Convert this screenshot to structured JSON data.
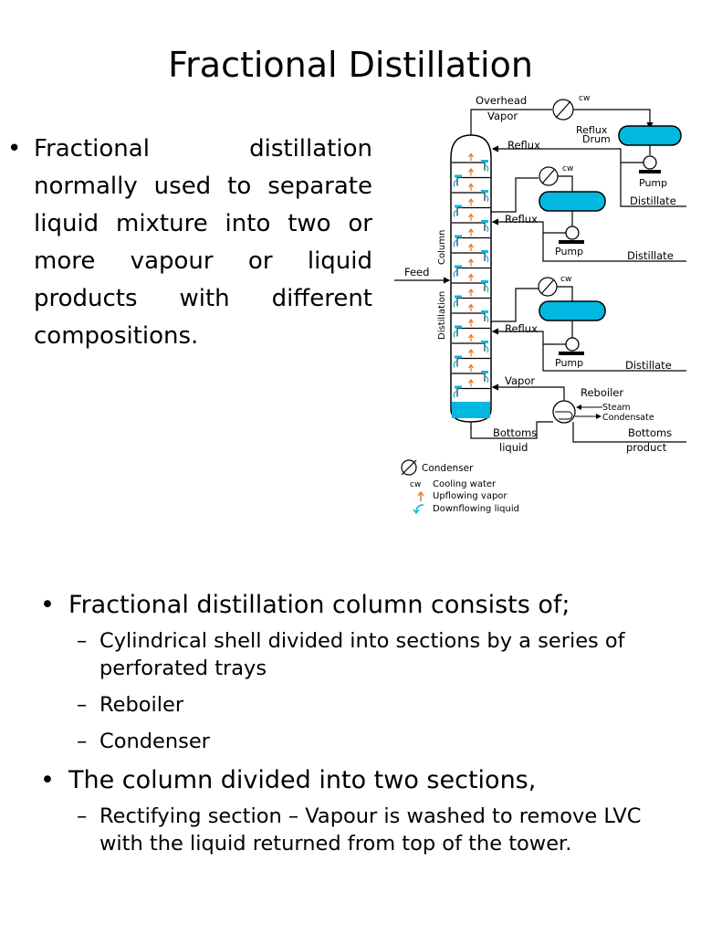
{
  "slide": {
    "title": "Fractional Distillation",
    "bullet_glyph": "•",
    "dash_glyph": "–",
    "intro_text": "Fractional distillation normally used to separate liquid mixture into two or more vapour or liquid products with different compositions."
  },
  "diagram": {
    "overhead_vapor": [
      "Overhead",
      "Vapor"
    ],
    "cw": "cw",
    "reflux_drum": [
      "Reflux",
      "Drum"
    ],
    "reflux": "Reflux",
    "pump": "Pump",
    "distillate": "Distillate",
    "feed": "Feed",
    "column_label": [
      "Distillation",
      "Column"
    ],
    "vapor": "Vapor",
    "reboiler": "Reboiler",
    "steam": "Steam",
    "condensate": "Condensate",
    "bottoms_liquid": [
      "Bottoms",
      "liquid"
    ],
    "bottoms_product": [
      "Bottoms",
      "product"
    ],
    "legend": {
      "condenser": "Condenser",
      "cooling_water": "Cooling water",
      "upflowing_vapor": "Upflowing vapor",
      "downflowing_liquid": "Downflowing liquid"
    },
    "colors": {
      "liquid": "#00b8e0",
      "vapor_arrow": "#e8731a",
      "line": "#000000"
    }
  },
  "lower": {
    "point1": "Fractional distillation column consists of;",
    "point1_items": [
      "Cylindrical shell divided into sections by a series of perforated trays",
      "Reboiler",
      "Condenser"
    ],
    "point2": "The column divided into two sections,",
    "point2_items": [
      "Rectifying section – Vapour is washed to remove LVC with the liquid returned from top of the tower."
    ]
  }
}
